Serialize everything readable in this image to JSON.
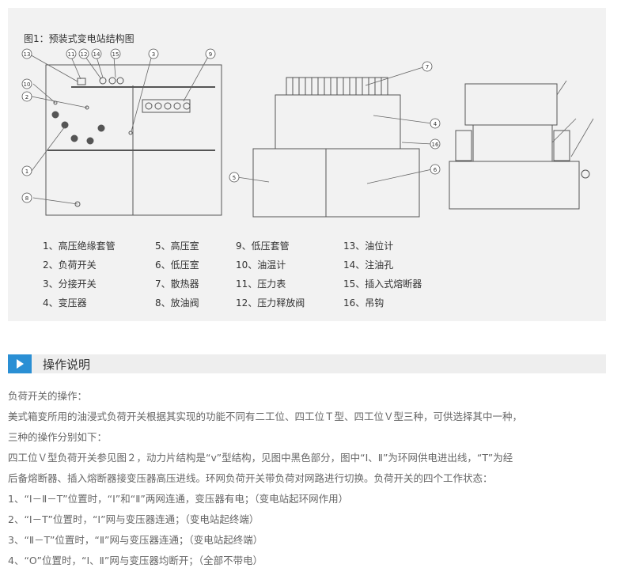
{
  "figure": {
    "title": "图1：预装式变电站结构图",
    "callouts": [
      "13",
      "11",
      "12",
      "14",
      "15",
      "3",
      "9",
      "10",
      "2",
      "1",
      "8",
      "7",
      "4",
      "16",
      "5",
      "6"
    ],
    "legend": [
      "1、高压绝缘套管",
      "5、高压室",
      "9、低压套管",
      "13、油位计",
      "2、负荷开关",
      "6、低压室",
      "10、油温计",
      "14、注油孔",
      "3、分接开关",
      "7、散热器",
      "11、压力表",
      "15、插入式熔断器",
      "4、变压器",
      "8、放油阀",
      "12、压力释放阀",
      "16、吊钩"
    ]
  },
  "section": {
    "title": "操作说明",
    "icon": "play-icon"
  },
  "paragraphs": [
    "负荷开关的操作：",
    "美式箱变所用的油浸式负荷开关根据其实现的功能不同有二工位、四工位Ｔ型、四工位Ｖ型三种，可供选择其中一种，",
    "三种的操作分别如下：",
    "四工位Ｖ型负荷开关参见图２，动力片结构是“v”型结构，见图中黑色部分，图中“Ⅰ、Ⅱ”为环网供电进出线，“T”为经",
    "后备熔断器、插入熔断器接变压器高压进线。环网负荷开关带负荷对网路进行切换。负荷开关的四个工作状态：",
    "1、“Ⅰ－Ⅱ－T”位置时，“Ⅰ”和“Ⅱ”两网连通，变压器有电；（变电站起环网作用）",
    "2、“Ⅰ－T”位置时，“Ⅰ”网与变压器连通；（变电站起终端）",
    "3、“Ⅱ－T”位置时，“Ⅱ”网与变压器连通；（变电站起终端）",
    "4、“O”位置时，“Ⅰ、Ⅱ”网与变压器均断开；（全部不带电）"
  ]
}
